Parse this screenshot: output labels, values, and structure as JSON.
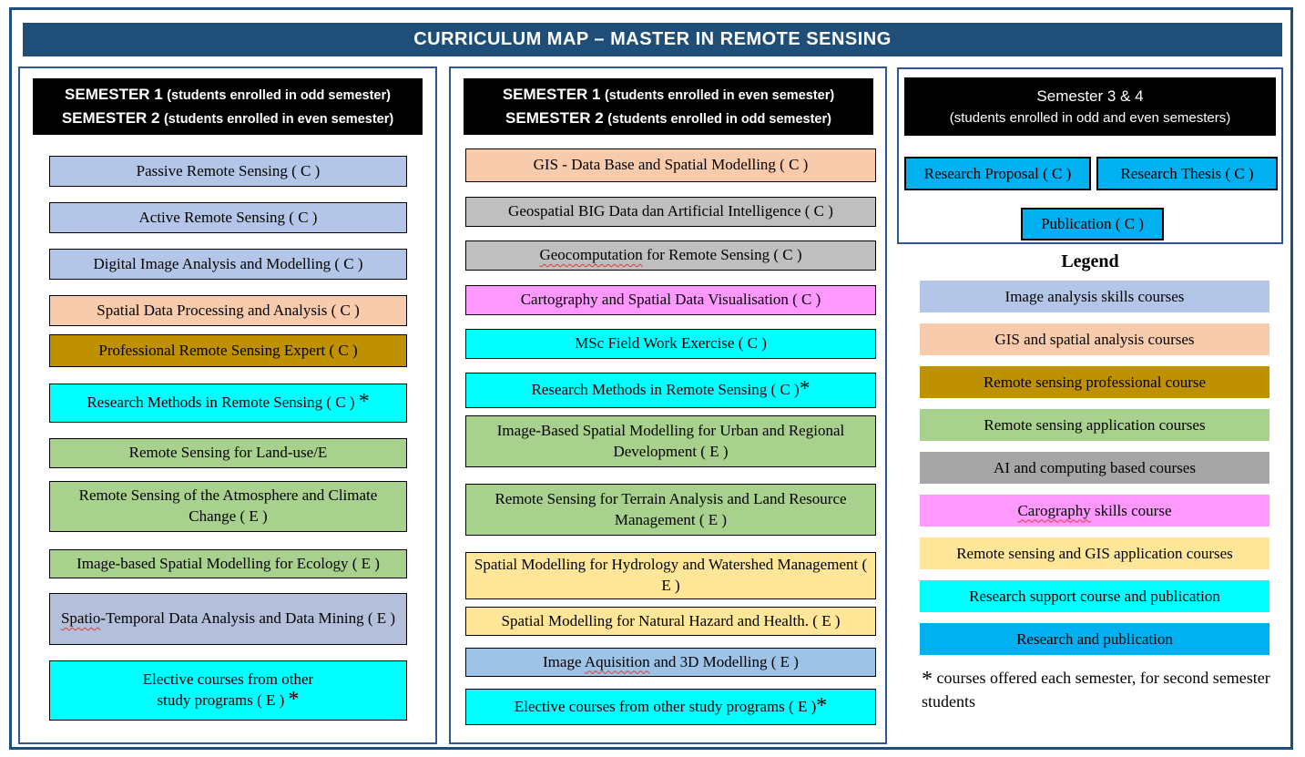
{
  "title": "CURRICULUM MAP – MASTER IN REMOTE SENSING",
  "colors": {
    "title_bg": "#1F4E79",
    "outer_border": "#1F4E79",
    "panel_border": "#2F5597",
    "header_bg": "#000000",
    "header_text": "#FFFFFF",
    "light_blue": "#B4C6E7",
    "periwinkle": "#B3BFDB",
    "sky_blue": "#9DC3E6",
    "peach": "#F8CBAD",
    "gold": "#BF9000",
    "cyan": "#00FFFF",
    "green": "#A9D18E",
    "gray": "#BFBFBF",
    "gray_dark": "#A6A6A6",
    "pink": "#FF99FF",
    "yellow": "#FFE699",
    "bright_blue": "#00B0F0",
    "squiggle_red": "#E53935"
  },
  "col1": {
    "header": {
      "l1m": "SEMESTER 1",
      "l1s": "(students enrolled in odd semester)",
      "l2m": "SEMESTER 2",
      "l2s": "(students enrolled in even semester)"
    },
    "courses": [
      {
        "t": "Passive Remote Sensing ( C )",
        "bg": "#B4C6E7"
      },
      {
        "t": "Active Remote Sensing ( C )",
        "bg": "#B4C6E7"
      },
      {
        "t": "Digital Image Analysis and Modelling ( C )",
        "bg": "#B4C6E7"
      },
      {
        "t": "Spatial Data Processing and Analysis ( C )",
        "bg": "#F8CBAD"
      },
      {
        "t": "Professional Remote Sensing Expert ( C )",
        "bg": "#BF9000"
      },
      {
        "t": "Research Methods in Remote Sensing ( C ) *",
        "bg": "#00FFFF"
      },
      {
        "t": "Remote Sensing for Land-use/E",
        "bg": "#A9D18E"
      },
      {
        "t": "Remote Sensing of the Atmosphere and Climate Change ( E )",
        "bg": "#A9D18E"
      },
      {
        "t": "Image-based Spatial Modelling for Ecology ( E )",
        "bg": "#A9D18E"
      },
      {
        "t": "Spatio-Temporal Data Analysis and Data Mining ( E )",
        "bg": "#B3BFDB",
        "misspelled": "Spatio"
      },
      {
        "t": "Elective courses from other",
        "t2": "study programs ( E ) *",
        "bg": "#00FFFF"
      }
    ]
  },
  "col2": {
    "header": {
      "l1m": "SEMESTER 1",
      "l1s": "(students enrolled in even semester)",
      "l2m": "SEMESTER 2",
      "l2s": "(students enrolled in odd semester)"
    },
    "courses": [
      {
        "t": "GIS - Data Base and Spatial Modelling ( C )",
        "bg": "#F8CBAD"
      },
      {
        "t": "Geospatial BIG Data dan Artificial Intelligence ( C )",
        "bg": "#BFBFBF"
      },
      {
        "t": "Geocomputation for Remote Sensing ( C )",
        "bg": "#BFBFBF",
        "misspelled": "Geocomputation"
      },
      {
        "t": "Cartography and Spatial Data Visualisation ( C )",
        "bg": "#FF99FF"
      },
      {
        "t": "MSc Field Work Exercise ( C )",
        "bg": "#00FFFF"
      },
      {
        "t": "Research Methods in Remote Sensing ( C )*",
        "bg": "#00FFFF"
      },
      {
        "t": "Image-Based Spatial Modelling for Urban and Regional Development ( E )",
        "bg": "#A9D18E"
      },
      {
        "t": "Remote Sensing for Terrain Analysis and Land Resource Management ( E )",
        "bg": "#A9D18E"
      },
      {
        "t": "Spatial Modelling for Hydrology and Watershed Management ( E )",
        "bg": "#FFE699"
      },
      {
        "t": "Spatial Modelling for Natural Hazard and Health. ( E )",
        "bg": "#FFE699"
      },
      {
        "t": "Image Aquisition and 3D Modelling ( E )",
        "bg": "#9DC3E6",
        "misspelled": "Aquisition"
      },
      {
        "t": "Elective courses from other study programs ( E )*",
        "bg": "#00FFFF"
      }
    ]
  },
  "col3": {
    "header": {
      "l1": "Semester 3 & 4",
      "l2": "(students enrolled in odd and even semesters)"
    },
    "boxes": [
      {
        "t": "Research Proposal ( C )",
        "bg": "#00B0F0"
      },
      {
        "t": "Research Thesis ( C )",
        "bg": "#00B0F0"
      },
      {
        "t": "Publication ( C )",
        "bg": "#00B0F0"
      }
    ]
  },
  "legend": {
    "heading": "Legend",
    "items": [
      {
        "label": "Image analysis skills courses",
        "bg": "#B4C6E7"
      },
      {
        "label": "GIS and spatial analysis courses",
        "bg": "#F8CBAD"
      },
      {
        "label": "Remote sensing professional course",
        "bg": "#BF9000"
      },
      {
        "label": "Remote sensing application courses",
        "bg": "#A9D18E"
      },
      {
        "label": "AI and computing based courses",
        "bg": "#A6A6A6"
      },
      {
        "label": "Carography skills course",
        "bg": "#FF99FF",
        "misspelled": "Carography"
      },
      {
        "label": "Remote sensing and GIS application courses",
        "bg": "#FFE699"
      },
      {
        "label": "Research support course and publication",
        "bg": "#00FFFF"
      },
      {
        "label": "Research and publication",
        "bg": "#00B0F0"
      }
    ]
  },
  "footnote": {
    "star": "*",
    "text": "courses offered each semester, for second semester students"
  }
}
